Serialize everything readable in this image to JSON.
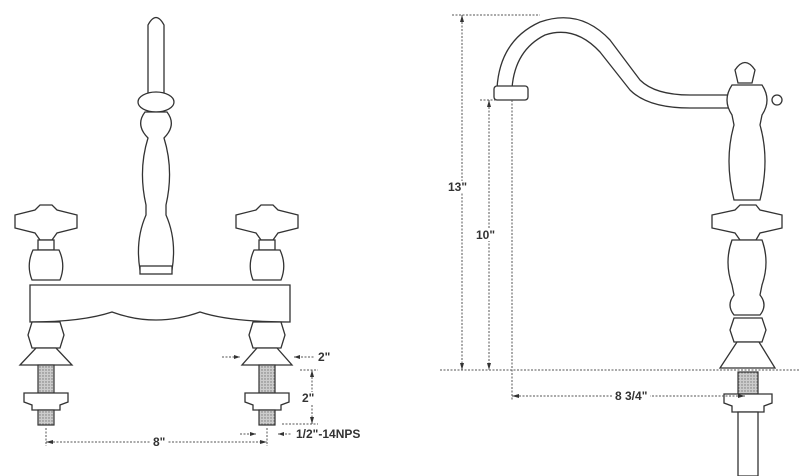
{
  "front_view": {
    "dim_spout_base_width": "2\"",
    "dim_shank_length": "2\"",
    "dim_center_spacing": "8\"",
    "dim_thread": "1/2\"-14NPS"
  },
  "side_view": {
    "dim_total_height": "13\"",
    "dim_spout_height": "10\"",
    "dim_spout_reach": "8 3/4\""
  }
}
